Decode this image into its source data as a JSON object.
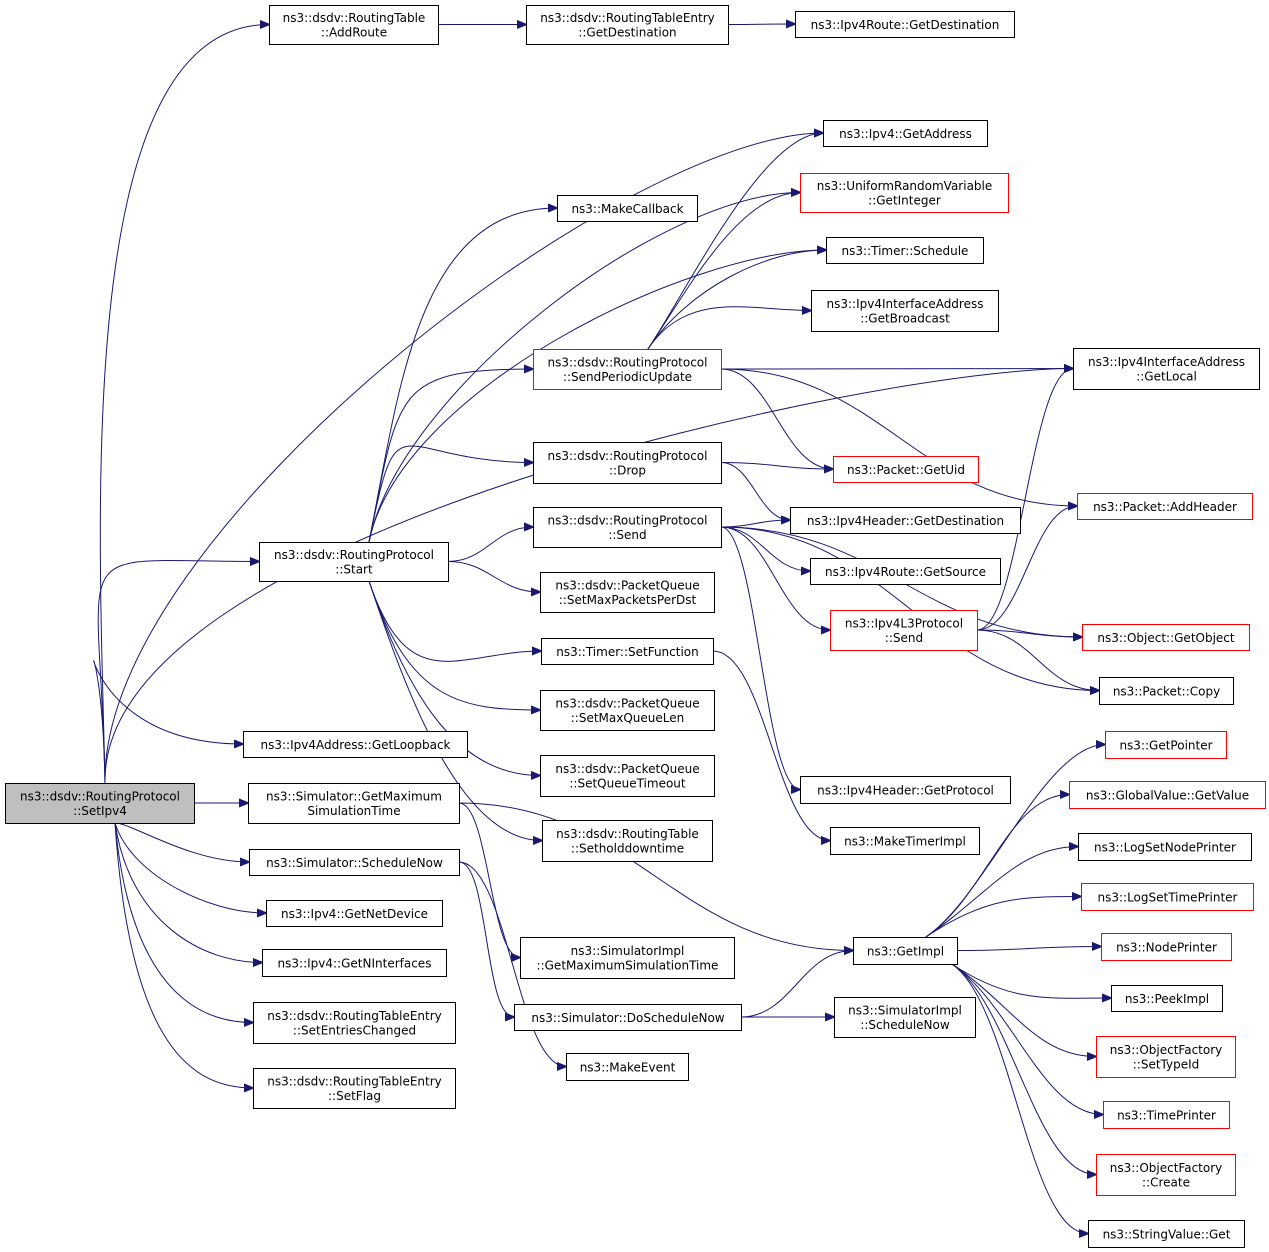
{
  "colors": {
    "edge": "#191970",
    "border_default": "#000000",
    "border_truncated": "#ff0000",
    "root_fill": "#bfbfbf",
    "node_fill": "#ffffff"
  },
  "nodes": [
    {
      "id": "setipv4",
      "lines": [
        "ns3::dsdv::RoutingProtocol",
        "::SetIpv4"
      ],
      "style": "root"
    },
    {
      "id": "addroute",
      "lines": [
        "ns3::dsdv::RoutingTable",
        "::AddRoute"
      ],
      "style": "normal"
    },
    {
      "id": "rte_getdest",
      "lines": [
        "ns3::dsdv::RoutingTableEntry",
        "::GetDestination"
      ],
      "style": "normal"
    },
    {
      "id": "ipv4route_getdest",
      "lines": [
        "ns3::Ipv4Route::GetDestination"
      ],
      "style": "normal"
    },
    {
      "id": "ipv4_getaddress",
      "lines": [
        "ns3::Ipv4::GetAddress"
      ],
      "style": "normal"
    },
    {
      "id": "uniform_getinteger",
      "lines": [
        "ns3::UniformRandomVariable",
        "::GetInteger"
      ],
      "style": "truncated"
    },
    {
      "id": "makecallback",
      "lines": [
        "ns3::MakeCallback"
      ],
      "style": "normal"
    },
    {
      "id": "timer_schedule",
      "lines": [
        "ns3::Timer::Schedule"
      ],
      "style": "normal"
    },
    {
      "id": "iia_getbroadcast",
      "lines": [
        "ns3::Ipv4InterfaceAddress",
        "::GetBroadcast"
      ],
      "style": "normal"
    },
    {
      "id": "sendperiodicupdate",
      "lines": [
        "ns3::dsdv::RoutingProtocol",
        "::SendPeriodicUpdate"
      ],
      "style": "truncated"
    },
    {
      "id": "iia_getlocal",
      "lines": [
        "ns3::Ipv4InterfaceAddress",
        "::GetLocal"
      ],
      "style": "normal"
    },
    {
      "id": "drop",
      "lines": [
        "ns3::dsdv::RoutingProtocol",
        "::Drop"
      ],
      "style": "normal"
    },
    {
      "id": "packet_getuid",
      "lines": [
        "ns3::Packet::GetUid"
      ],
      "style": "truncated"
    },
    {
      "id": "packet_addheader",
      "lines": [
        "ns3::Packet::AddHeader"
      ],
      "style": "truncated"
    },
    {
      "id": "send",
      "lines": [
        "ns3::dsdv::RoutingProtocol",
        "::Send"
      ],
      "style": "normal"
    },
    {
      "id": "ipv4header_getdest",
      "lines": [
        "ns3::Ipv4Header::GetDestination"
      ],
      "style": "normal"
    },
    {
      "id": "start",
      "lines": [
        "ns3::dsdv::RoutingProtocol",
        "::Start"
      ],
      "style": "normal"
    },
    {
      "id": "ipv4route_getsource",
      "lines": [
        "ns3::Ipv4Route::GetSource"
      ],
      "style": "normal"
    },
    {
      "id": "pq_setmaxpackets",
      "lines": [
        "ns3::dsdv::PacketQueue",
        "::SetMaxPacketsPerDst"
      ],
      "style": "normal"
    },
    {
      "id": "l3_send",
      "lines": [
        "ns3::Ipv4L3Protocol",
        "::Send"
      ],
      "style": "truncated"
    },
    {
      "id": "object_getobject",
      "lines": [
        "ns3::Object::GetObject"
      ],
      "style": "truncated"
    },
    {
      "id": "timer_setfunction",
      "lines": [
        "ns3::Timer::SetFunction"
      ],
      "style": "normal"
    },
    {
      "id": "packet_copy",
      "lines": [
        "ns3::Packet::Copy"
      ],
      "style": "normal"
    },
    {
      "id": "pq_setmaxqueuelen",
      "lines": [
        "ns3::dsdv::PacketQueue",
        "::SetMaxQueueLen"
      ],
      "style": "normal"
    },
    {
      "id": "getloopback",
      "lines": [
        "ns3::Ipv4Address::GetLoopback"
      ],
      "style": "normal"
    },
    {
      "id": "getpointer",
      "lines": [
        "ns3::GetPointer"
      ],
      "style": "truncated"
    },
    {
      "id": "pq_setqueuetimeout",
      "lines": [
        "ns3::dsdv::PacketQueue",
        "::SetQueueTimeout"
      ],
      "style": "normal"
    },
    {
      "id": "ipv4header_getprotocol",
      "lines": [
        "ns3::Ipv4Header::GetProtocol"
      ],
      "style": "normal"
    },
    {
      "id": "globalvalue_getvalue",
      "lines": [
        "ns3::GlobalValue::GetValue"
      ],
      "style": "truncated"
    },
    {
      "id": "sim_getmaxsimtime",
      "lines": [
        "ns3::Simulator::GetMaximum",
        "SimulationTime"
      ],
      "style": "normal"
    },
    {
      "id": "rt_setholddowntime",
      "lines": [
        "ns3::dsdv::RoutingTable",
        "::Setholddowntime"
      ],
      "style": "normal"
    },
    {
      "id": "maketimerimpl",
      "lines": [
        "ns3::MakeTimerImpl"
      ],
      "style": "normal"
    },
    {
      "id": "logsetnodeprinter",
      "lines": [
        "ns3::LogSetNodePrinter"
      ],
      "style": "normal"
    },
    {
      "id": "sim_schedulenow",
      "lines": [
        "ns3::Simulator::ScheduleNow"
      ],
      "style": "normal"
    },
    {
      "id": "logsettimeprinter",
      "lines": [
        "ns3::LogSetTimePrinter"
      ],
      "style": "truncated"
    },
    {
      "id": "ipv4_getnetdevice",
      "lines": [
        "ns3::Ipv4::GetNetDevice"
      ],
      "style": "normal"
    },
    {
      "id": "getimpl",
      "lines": [
        "ns3::GetImpl"
      ],
      "style": "normal"
    },
    {
      "id": "nodeprinter",
      "lines": [
        "ns3::NodePrinter"
      ],
      "style": "truncated"
    },
    {
      "id": "simimpl_getmaxsimtime",
      "lines": [
        "ns3::SimulatorImpl",
        "::GetMaximumSimulationTime"
      ],
      "style": "normal"
    },
    {
      "id": "ipv4_getninterfaces",
      "lines": [
        "ns3::Ipv4::GetNInterfaces"
      ],
      "style": "normal"
    },
    {
      "id": "peekimpl",
      "lines": [
        "ns3::PeekImpl"
      ],
      "style": "normal"
    },
    {
      "id": "rte_setentrieschanged",
      "lines": [
        "ns3::dsdv::RoutingTableEntry",
        "::SetEntriesChanged"
      ],
      "style": "normal"
    },
    {
      "id": "sim_doschedulenow",
      "lines": [
        "ns3::Simulator::DoScheduleNow"
      ],
      "style": "normal"
    },
    {
      "id": "simimpl_schedulenow",
      "lines": [
        "ns3::SimulatorImpl",
        "::ScheduleNow"
      ],
      "style": "normal"
    },
    {
      "id": "objectfactory_settypeid",
      "lines": [
        "ns3::ObjectFactory",
        "::SetTypeId"
      ],
      "style": "truncated"
    },
    {
      "id": "makeevent",
      "lines": [
        "ns3::MakeEvent"
      ],
      "style": "normal"
    },
    {
      "id": "rte_setflag",
      "lines": [
        "ns3::dsdv::RoutingTableEntry",
        "::SetFlag"
      ],
      "style": "normal"
    },
    {
      "id": "timeprinter",
      "lines": [
        "ns3::TimePrinter"
      ],
      "style": "truncated"
    },
    {
      "id": "objectfactory_create",
      "lines": [
        "ns3::ObjectFactory",
        "::Create"
      ],
      "style": "truncated"
    },
    {
      "id": "stringvalue_get",
      "lines": [
        "ns3::StringValue::Get"
      ],
      "style": "normal"
    }
  ],
  "edges": [
    [
      "setipv4",
      "addroute"
    ],
    [
      "addroute",
      "rte_getdest"
    ],
    [
      "rte_getdest",
      "ipv4route_getdest"
    ],
    [
      "setipv4",
      "ipv4_getaddress"
    ],
    [
      "setipv4",
      "iia_getlocal"
    ],
    [
      "setipv4",
      "start"
    ],
    [
      "setipv4",
      "getloopback"
    ],
    [
      "setipv4",
      "sim_getmaxsimtime"
    ],
    [
      "setipv4",
      "sim_schedulenow"
    ],
    [
      "setipv4",
      "ipv4_getnetdevice"
    ],
    [
      "setipv4",
      "ipv4_getninterfaces"
    ],
    [
      "setipv4",
      "rte_setentrieschanged"
    ],
    [
      "setipv4",
      "rte_setflag"
    ],
    [
      "start",
      "makecallback"
    ],
    [
      "start",
      "uniform_getinteger"
    ],
    [
      "start",
      "timer_schedule"
    ],
    [
      "start",
      "sendperiodicupdate"
    ],
    [
      "start",
      "drop"
    ],
    [
      "start",
      "send"
    ],
    [
      "start",
      "pq_setmaxpackets"
    ],
    [
      "start",
      "timer_setfunction"
    ],
    [
      "start",
      "pq_setmaxqueuelen"
    ],
    [
      "start",
      "pq_setqueuetimeout"
    ],
    [
      "start",
      "rt_setholddowntime"
    ],
    [
      "sendperiodicupdate",
      "ipv4_getaddress"
    ],
    [
      "sendperiodicupdate",
      "uniform_getinteger"
    ],
    [
      "sendperiodicupdate",
      "timer_schedule"
    ],
    [
      "sendperiodicupdate",
      "iia_getbroadcast"
    ],
    [
      "sendperiodicupdate",
      "iia_getlocal"
    ],
    [
      "sendperiodicupdate",
      "packet_getuid"
    ],
    [
      "sendperiodicupdate",
      "packet_addheader"
    ],
    [
      "drop",
      "packet_getuid"
    ],
    [
      "drop",
      "ipv4header_getdest"
    ],
    [
      "send",
      "ipv4header_getdest"
    ],
    [
      "send",
      "ipv4route_getsource"
    ],
    [
      "send",
      "l3_send"
    ],
    [
      "send",
      "object_getobject"
    ],
    [
      "send",
      "packet_copy"
    ],
    [
      "send",
      "ipv4header_getprotocol"
    ],
    [
      "l3_send",
      "iia_getlocal"
    ],
    [
      "l3_send",
      "packet_addheader"
    ],
    [
      "l3_send",
      "object_getobject"
    ],
    [
      "l3_send",
      "packet_copy"
    ],
    [
      "timer_setfunction",
      "maketimerimpl"
    ],
    [
      "sim_getmaxsimtime",
      "getimpl"
    ],
    [
      "sim_getmaxsimtime",
      "simimpl_getmaxsimtime"
    ],
    [
      "sim_schedulenow",
      "sim_doschedulenow"
    ],
    [
      "sim_schedulenow",
      "makeevent"
    ],
    [
      "sim_doschedulenow",
      "getimpl"
    ],
    [
      "sim_doschedulenow",
      "simimpl_schedulenow"
    ],
    [
      "getimpl",
      "getpointer"
    ],
    [
      "getimpl",
      "globalvalue_getvalue"
    ],
    [
      "getimpl",
      "logsetnodeprinter"
    ],
    [
      "getimpl",
      "logsettimeprinter"
    ],
    [
      "getimpl",
      "nodeprinter"
    ],
    [
      "getimpl",
      "peekimpl"
    ],
    [
      "getimpl",
      "objectfactory_settypeid"
    ],
    [
      "getimpl",
      "timeprinter"
    ],
    [
      "getimpl",
      "objectfactory_create"
    ],
    [
      "getimpl",
      "stringvalue_get"
    ]
  ]
}
